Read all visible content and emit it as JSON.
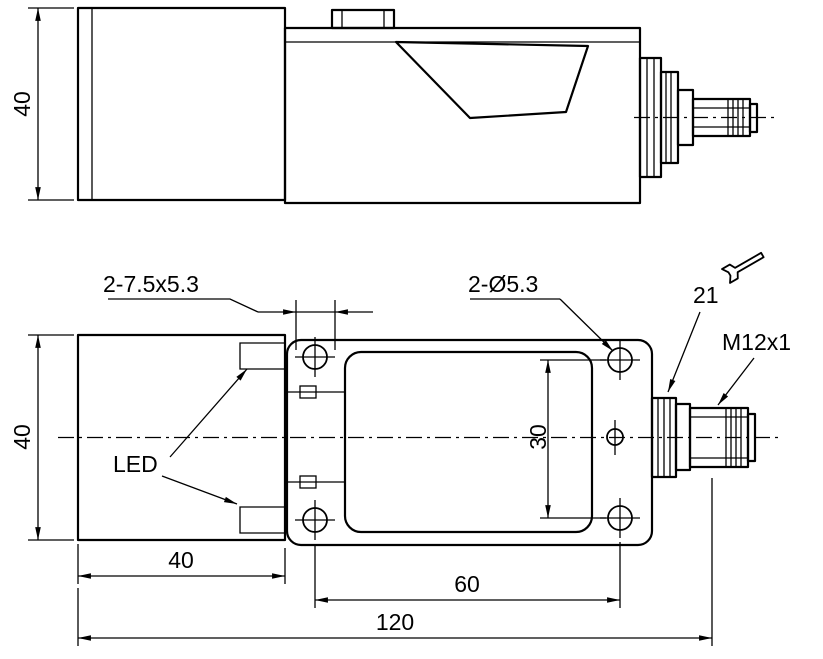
{
  "drawing": {
    "labels": {
      "led": "LED",
      "slot_size": "2-7.5x5.3",
      "hole_size": "2-Ø5.3",
      "flange_length": "21",
      "thread_size": "M12x1"
    },
    "dims": {
      "side_height": "40",
      "head_height": "40",
      "hole_spacing": "30",
      "head_width": "40",
      "slot_to_hole": "60",
      "overall_length": "120"
    },
    "colors": {
      "line": "#000000",
      "background": "#ffffff"
    }
  }
}
